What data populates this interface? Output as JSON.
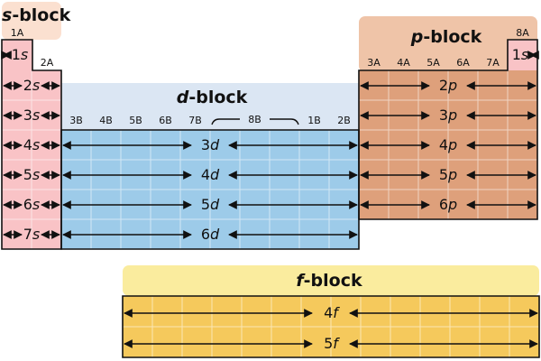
{
  "blocks": {
    "s": {
      "title_letter": "s",
      "title_rest": "-block",
      "color": "#f9c3c6",
      "header_color": "#fbe0d0"
    },
    "p": {
      "title_letter": "p",
      "title_rest": "-block",
      "color": "#dea07b",
      "header_color": "#efc4a8"
    },
    "d": {
      "title_letter": "d",
      "title_rest": "-block",
      "color": "#9dcbe9",
      "header_color": "#dbe6f3"
    },
    "f": {
      "title_letter": "f",
      "title_rest": "-block",
      "color": "#f5c95c",
      "header_color": "#faec9e"
    }
  },
  "group_labels": {
    "g1": "1A",
    "g2": "2A",
    "g18": "8A",
    "p_groups": [
      "3A",
      "4A",
      "5A",
      "6A",
      "7A"
    ],
    "d_groups": [
      "3B",
      "4B",
      "5B",
      "6B",
      "7B"
    ],
    "d_8b": "8B",
    "d_ib": [
      "1B",
      "2B"
    ]
  },
  "orbitals": {
    "s_top": {
      "n": "1",
      "l": "s"
    },
    "s_rows": [
      {
        "n": "2",
        "l": "s"
      },
      {
        "n": "3",
        "l": "s"
      },
      {
        "n": "4",
        "l": "s"
      },
      {
        "n": "5",
        "l": "s"
      },
      {
        "n": "6",
        "l": "s"
      },
      {
        "n": "7",
        "l": "s"
      }
    ],
    "he": {
      "n": "1",
      "l": "s"
    },
    "p_rows": [
      {
        "n": "2",
        "l": "p"
      },
      {
        "n": "3",
        "l": "p"
      },
      {
        "n": "4",
        "l": "p"
      },
      {
        "n": "5",
        "l": "p"
      },
      {
        "n": "6",
        "l": "p"
      }
    ],
    "d_rows": [
      {
        "n": "3",
        "l": "d"
      },
      {
        "n": "4",
        "l": "d"
      },
      {
        "n": "5",
        "l": "d"
      },
      {
        "n": "6",
        "l": "d"
      }
    ],
    "f_rows": [
      {
        "n": "4",
        "l": "f"
      },
      {
        "n": "5",
        "l": "f"
      }
    ]
  }
}
